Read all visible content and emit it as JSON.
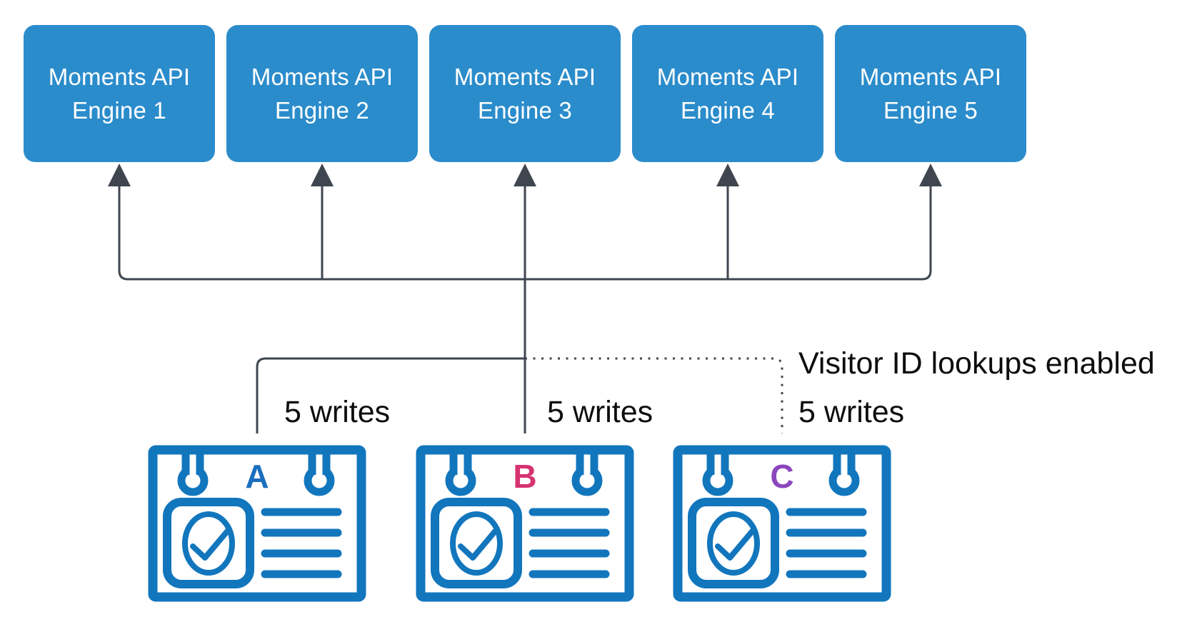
{
  "engines": [
    {
      "line1": "Moments API",
      "line2": "Engine 1"
    },
    {
      "line1": "Moments API",
      "line2": "Engine 2"
    },
    {
      "line1": "Moments API",
      "line2": "Engine 3"
    },
    {
      "line1": "Moments API",
      "line2": "Engine 4"
    },
    {
      "line1": "Moments API",
      "line2": "Engine 5"
    }
  ],
  "cards": [
    {
      "letter": "A",
      "letter_color": "#1b6fbe",
      "writes_label": "5 writes"
    },
    {
      "letter": "B",
      "letter_color": "#d63372",
      "writes_label": "5 writes"
    },
    {
      "letter": "C",
      "letter_color": "#8b46bd",
      "writes_label": "5 writes"
    }
  ],
  "annotations": {
    "visitor_lookup": "Visitor ID lookups enabled"
  },
  "colors": {
    "engine_box": "#2b8ccb",
    "engine_text": "#ffffff",
    "card_stroke": "#1276bd",
    "connector": "#3f4650",
    "label_text": "#0d0d0d",
    "background": "#ffffff"
  }
}
